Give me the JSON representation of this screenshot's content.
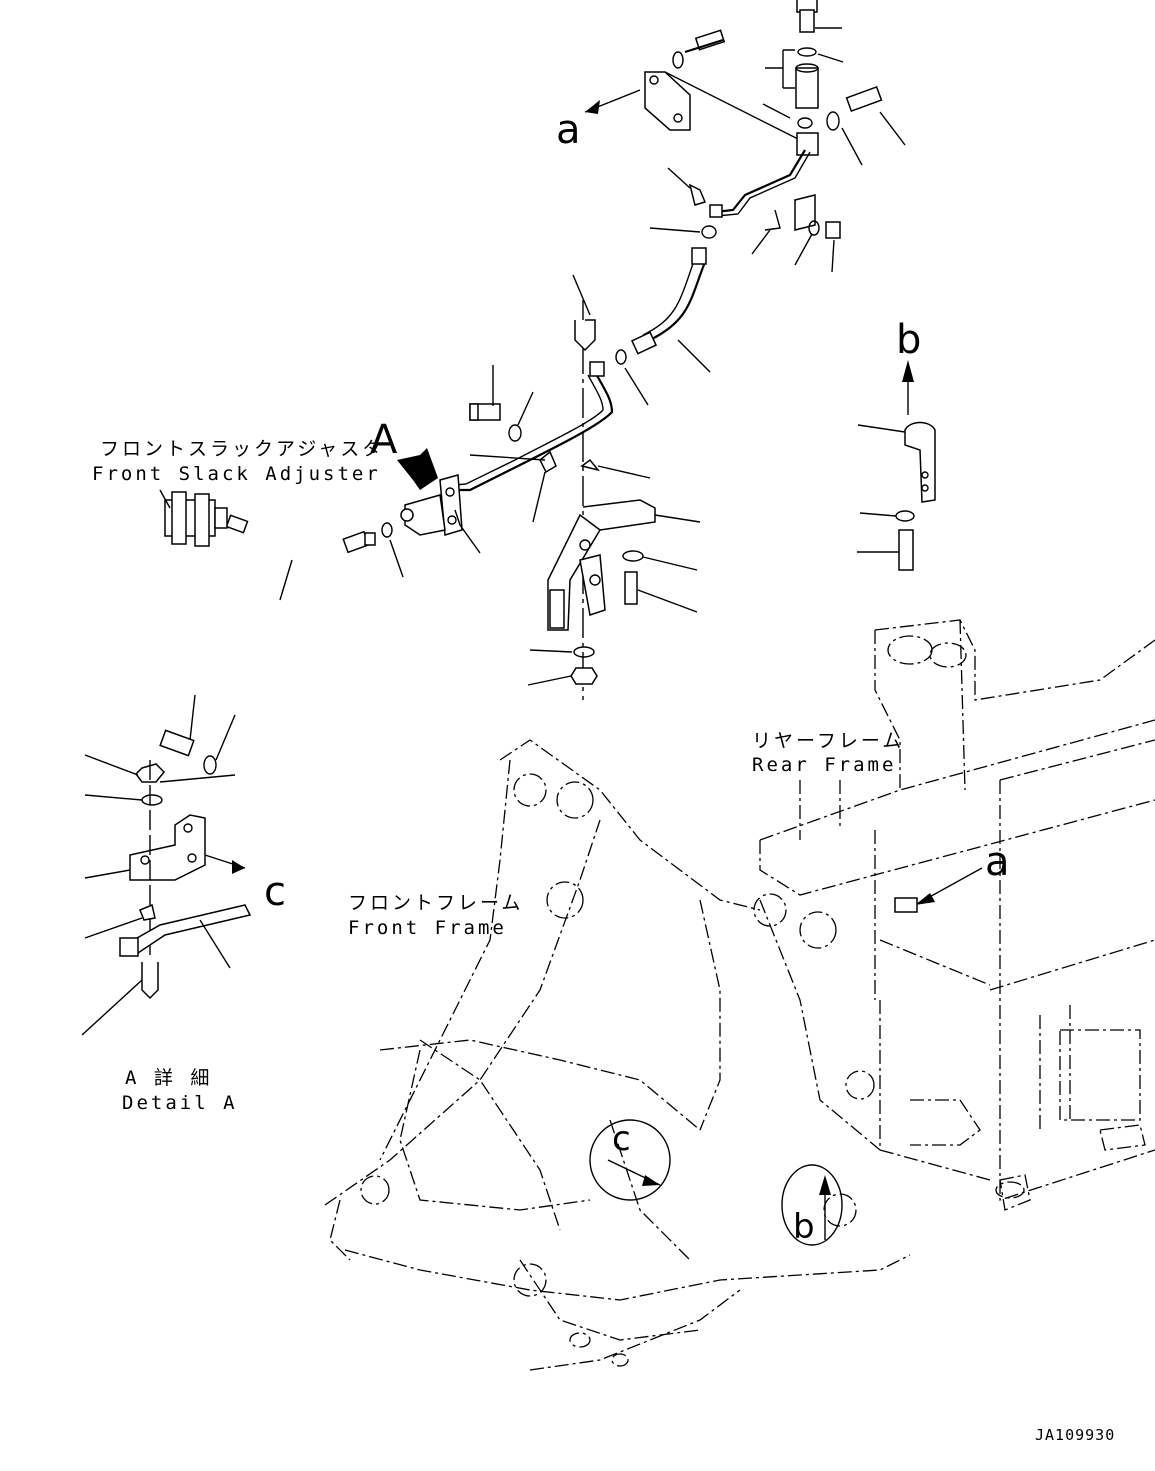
{
  "callouts": {
    "main_A": "A",
    "ref_a_top": "a",
    "ref_a_rear": "a",
    "ref_b_bracket": "b",
    "ref_b_frame": "b",
    "ref_c_detail": "c",
    "ref_c_frame": "c"
  },
  "labels": {
    "slack_adjuster_jp": "フロントスラックアジャスタ",
    "slack_adjuster_en": "Front Slack Adjuster",
    "rear_frame_jp": "リヤーフレーム",
    "rear_frame_en": "Rear Frame",
    "front_frame_jp": "フロントフレーム",
    "front_frame_en": "Front Frame",
    "detail_jp": "A 詳 細",
    "detail_en": "Detail A"
  },
  "drawing_code": "JA109930"
}
